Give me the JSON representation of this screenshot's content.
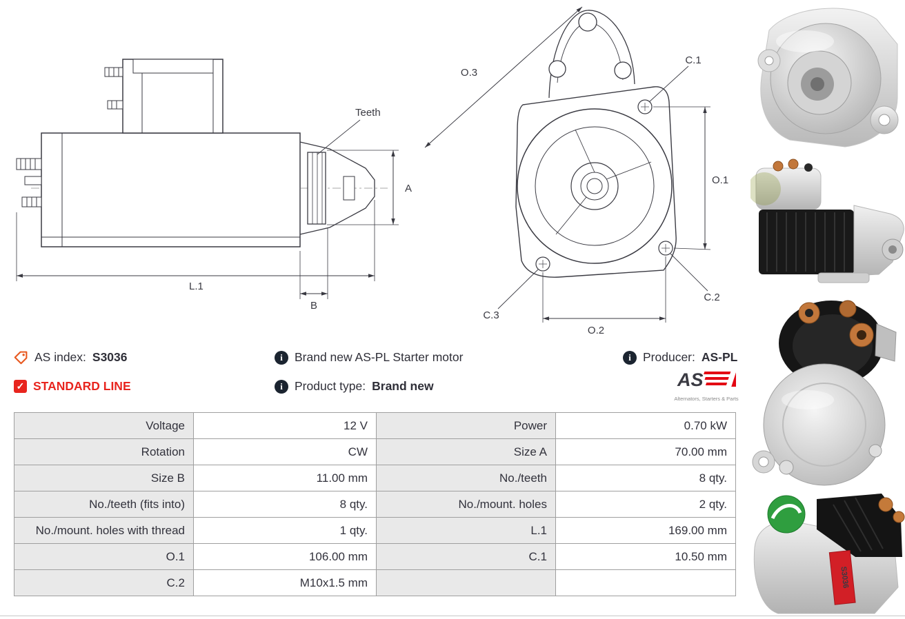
{
  "info": {
    "as_index": {
      "label": "AS index:",
      "value": "S3036"
    },
    "standard_line": "STANDARD LINE",
    "brand_new": "Brand new AS-PL Starter motor",
    "product_type": {
      "label": "Product type:",
      "value": "Brand new"
    },
    "producer": {
      "label": "Producer:",
      "value": "AS-PL"
    },
    "logo": {
      "text": "AS",
      "subtext": "Alternators, Starters & Parts"
    }
  },
  "drawings": {
    "side": {
      "teeth": "Teeth",
      "a": "A",
      "b": "B",
      "l1": "L.1"
    },
    "front": {
      "o1": "O.1",
      "o2": "O.2",
      "o3": "O.3",
      "c1": "C.1",
      "c2": "C.2",
      "c3": "C.3"
    }
  },
  "table": {
    "rows": [
      {
        "c0": "Voltage",
        "c1": "12 V",
        "c2": "Power",
        "c3": "0.70 kW"
      },
      {
        "c0": "Rotation",
        "c1": "CW",
        "c2": "Size A",
        "c3": "70.00 mm"
      },
      {
        "c0": "Size B",
        "c1": "11.00 mm",
        "c2": "No./teeth",
        "c3": "8 qty."
      },
      {
        "c0": "No./teeth (fits into)",
        "c1": "8 qty.",
        "c2": "No./mount. holes",
        "c3": "2 qty."
      },
      {
        "c0": "No./mount. holes with thread",
        "c1": "1 qty.",
        "c2": "L.1",
        "c3": "169.00 mm"
      },
      {
        "c0": "O.1",
        "c1": "106.00 mm",
        "c2": "C.1",
        "c3": "10.50 mm"
      },
      {
        "c0": "C.2",
        "c1": "M10x1.5 mm",
        "c2": "",
        "c3": ""
      }
    ]
  },
  "colors": {
    "accent_red": "#e8251e",
    "logo_red": "#e30613",
    "tag_orange": "#e8581e",
    "info_dark": "#1b2430",
    "table_border": "#9f9f9f",
    "table_label_bg": "#e9e9e9",
    "text": "#32323c"
  }
}
